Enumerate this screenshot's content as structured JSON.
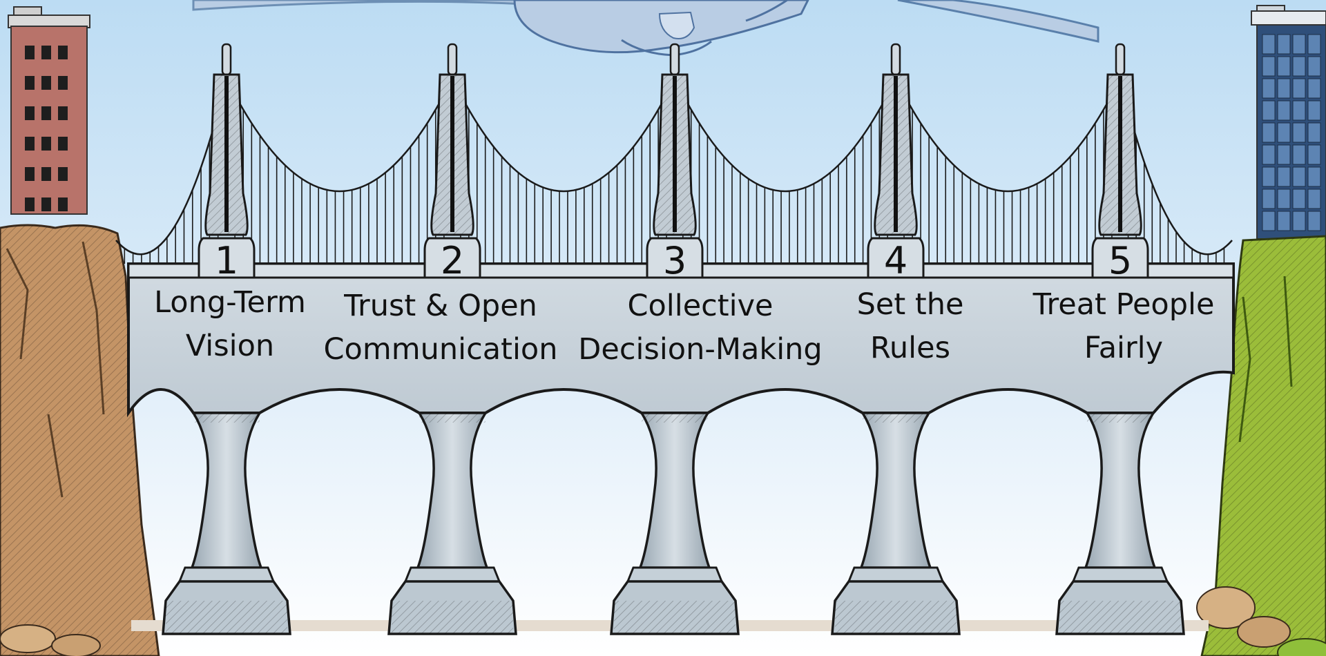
{
  "pillars": [
    {
      "number": "1",
      "label_line1": "Long-Term",
      "label_line2": "Vision"
    },
    {
      "number": "2",
      "label_line1": "Trust & Open",
      "label_line2": "Communication"
    },
    {
      "number": "3",
      "label_line1": "Collective",
      "label_line2": "Decision-Making"
    },
    {
      "number": "4",
      "label_line1": "Set the",
      "label_line2": "Rules"
    },
    {
      "number": "5",
      "label_line1": "Treat People",
      "label_line2": "Fairly"
    }
  ],
  "colors": {
    "sky_top": "#bcdcf3",
    "sky_bottom": "#ffffff",
    "bridge": "#c9d4dc",
    "bridge_shadow": "#a9b6c0",
    "outline": "#1a1a1a",
    "left_cliff": "#c49466",
    "right_cliff": "#9bbd3a",
    "left_building": "#b8736a",
    "right_building": "#2f4f7a",
    "handshake": "#b9cde4"
  },
  "icons": [
    "handshake-icon",
    "brick-building-icon",
    "glass-tower-icon",
    "rock-cliff-icon",
    "grass-cliff-icon"
  ]
}
